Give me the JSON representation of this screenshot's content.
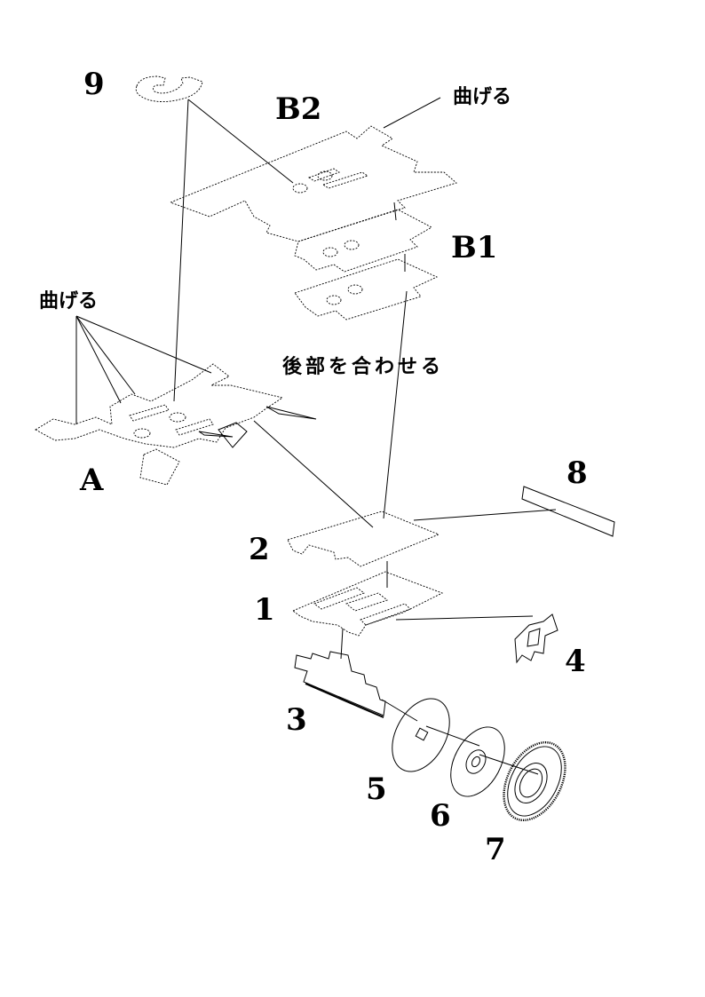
{
  "labels": {
    "p9": "9",
    "b2": "B2",
    "b1": "B1",
    "a": "A",
    "p8": "8",
    "p2": "2",
    "p1": "1",
    "p4": "4",
    "p3": "3",
    "p5": "5",
    "p6": "6",
    "p7": "7"
  },
  "notes": {
    "bend_top": "曲げる",
    "bend_left": "曲げる",
    "align_rear": "後部を合わせる"
  }
}
